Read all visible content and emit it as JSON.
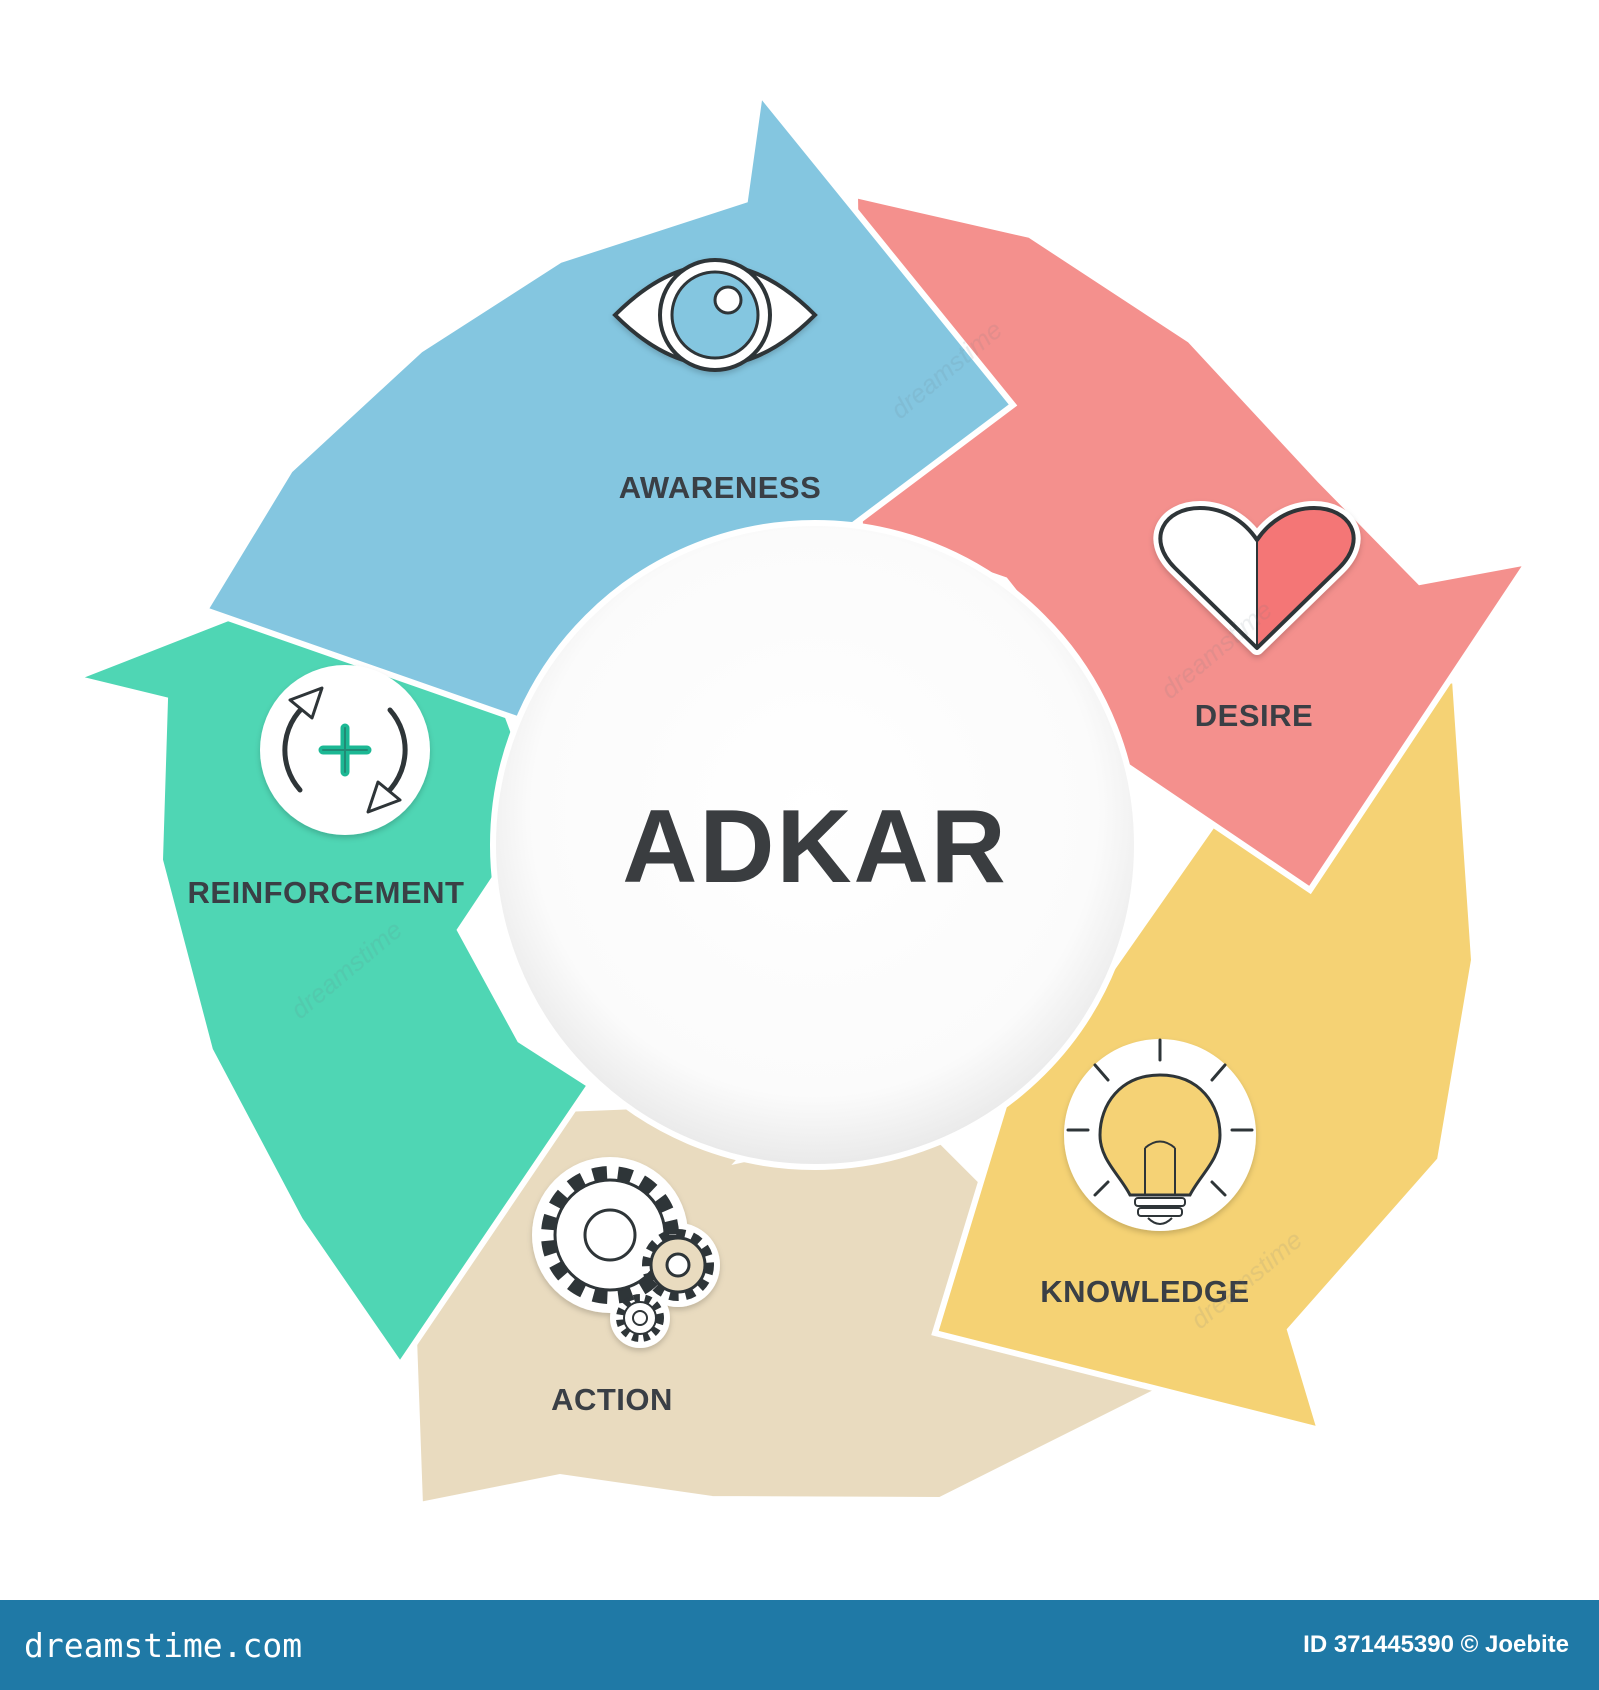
{
  "diagram": {
    "center_title": "ADKAR",
    "stages": [
      {
        "label": "AWARENESS",
        "color": "#84c6e0",
        "icon": "eye-icon"
      },
      {
        "label": "DESIRE",
        "color": "#f4908d",
        "icon": "heart-icon"
      },
      {
        "label": "KNOWLEDGE",
        "color": "#f5d274",
        "icon": "lightbulb-icon"
      },
      {
        "label": "ACTION",
        "color": "#e9dbbf",
        "icon": "gears-icon"
      },
      {
        "label": "REINFORCEMENT",
        "color": "#4fd6b4",
        "icon": "cycle-plus-icon"
      }
    ],
    "watermark": "dreamstime"
  },
  "footer": {
    "brand": "dreamstime.com",
    "credit": "ID 371445390 © Joebite"
  }
}
